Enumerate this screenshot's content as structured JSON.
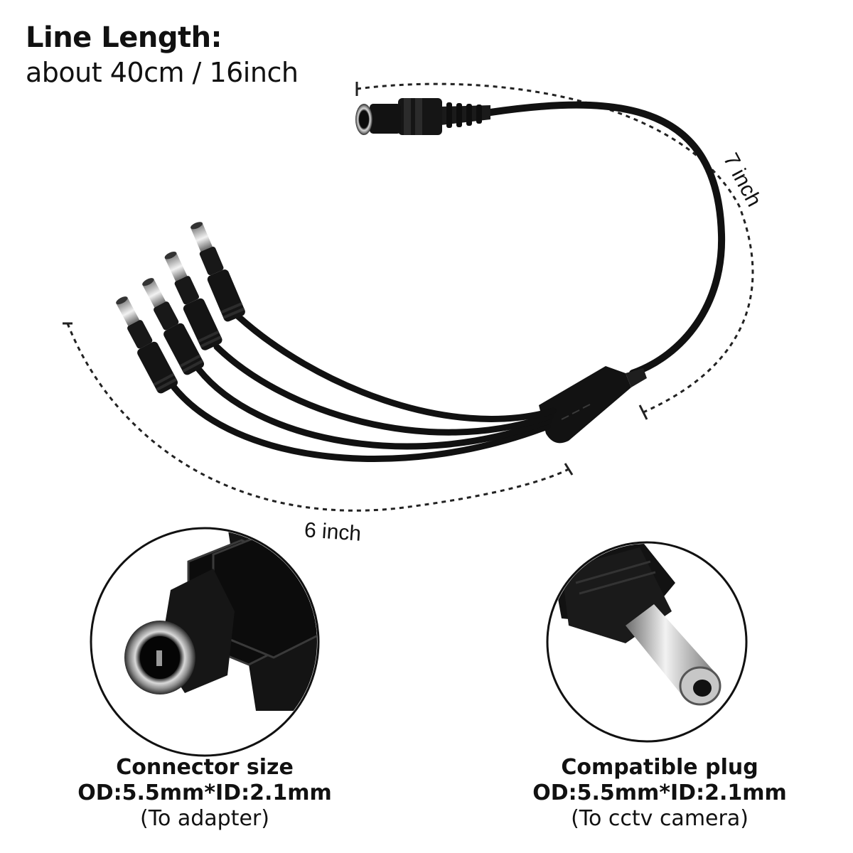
{
  "header": {
    "title": "Line Length:",
    "subtitle": "about 40cm / 16inch"
  },
  "dimensions": {
    "upper": "7 inch",
    "lower": "6 inch"
  },
  "details": [
    {
      "title": "Connector size",
      "spec": "OD:5.5mm*ID:2.1mm",
      "note": "(To adapter)"
    },
    {
      "title": "Compatible plug",
      "spec": "OD:5.5mm*ID:2.1mm",
      "note": "(To cctv camera)"
    }
  ],
  "colors": {
    "cable": "#111111",
    "metal": "#b8b8b8",
    "background": "#ffffff"
  }
}
